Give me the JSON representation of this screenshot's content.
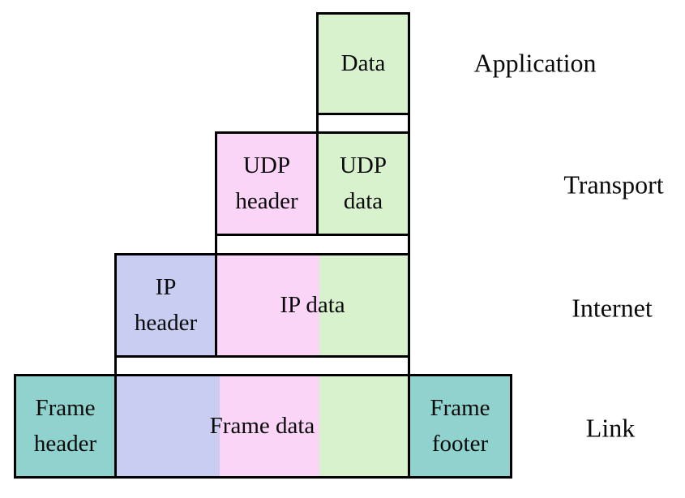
{
  "diagram": {
    "description": "UDP datagram encapsulation across TCP/IP stack layers"
  },
  "boxes": {
    "data": {
      "label": "Data"
    },
    "udp_header": {
      "label": "UDP\nheader"
    },
    "udp_data": {
      "label": "UDP\ndata"
    },
    "ip_header": {
      "label": "IP\nheader"
    },
    "ip_data": {
      "label": "IP data"
    },
    "frame_header": {
      "label": "Frame\nheader"
    },
    "frame_data": {
      "label": "Frame data"
    },
    "frame_footer": {
      "label": "Frame\nfooter"
    }
  },
  "layers": {
    "application": {
      "label": "Application"
    },
    "transport": {
      "label": "Transport"
    },
    "internet": {
      "label": "Internet"
    },
    "link": {
      "label": "Link"
    }
  },
  "colors": {
    "green": "#d7f2cd",
    "pink": "#fbd5f8",
    "lavender": "#c9cdf2",
    "teal": "#90d3ce",
    "border": "#000000",
    "gap": "#ffffff"
  }
}
